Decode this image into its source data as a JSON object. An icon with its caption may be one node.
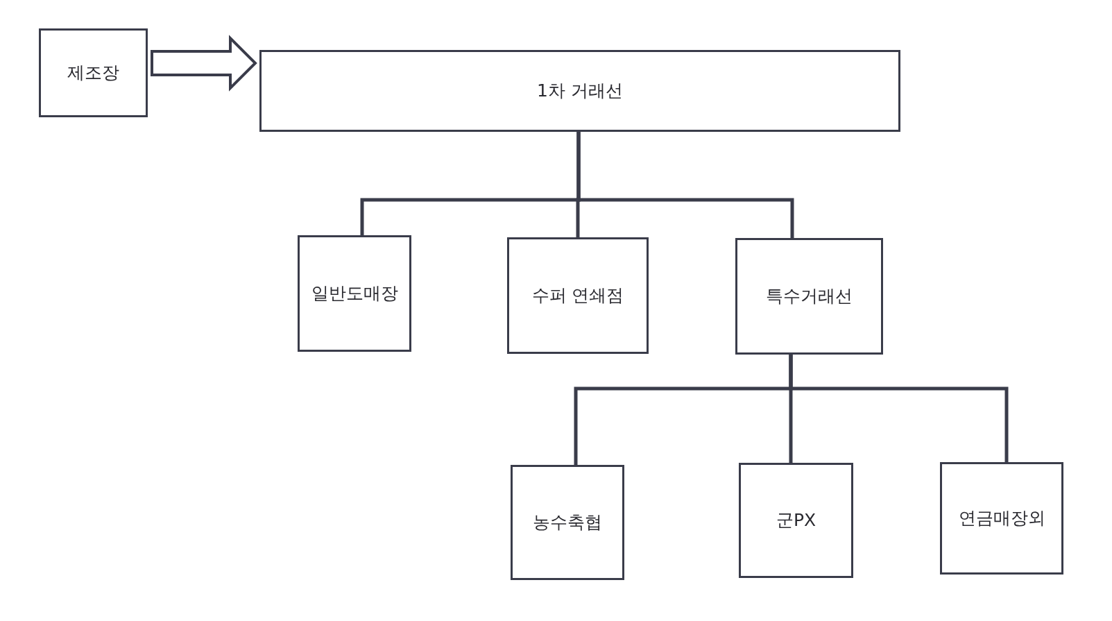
{
  "diagram": {
    "nodes": [
      {
        "text": [
          "제조장"
        ]
      },
      {
        "text": [
          "1차 거래선"
        ]
      },
      {
        "text": [
          "일반도매장"
        ]
      },
      {
        "text": [
          "수퍼 연쇄점"
        ]
      },
      {
        "text": [
          "특수거래선"
        ]
      },
      {
        "text": [
          "농수축협"
        ]
      },
      {
        "text": [
          "군PX"
        ]
      },
      {
        "text": [
          "연금매장외"
        ]
      }
    ],
    "edges": [
      {
        "from": 0,
        "to": 1,
        "arrow": "to"
      },
      {
        "from": 1,
        "to": 2,
        "arrow": "none"
      },
      {
        "from": 1,
        "to": 3,
        "arrow": "none"
      },
      {
        "from": 1,
        "to": 4,
        "arrow": "none"
      },
      {
        "from": 4,
        "to": 5,
        "arrow": "none"
      },
      {
        "from": 4,
        "to": 6,
        "arrow": "none"
      },
      {
        "from": 4,
        "to": 7,
        "arrow": "none"
      }
    ]
  }
}
